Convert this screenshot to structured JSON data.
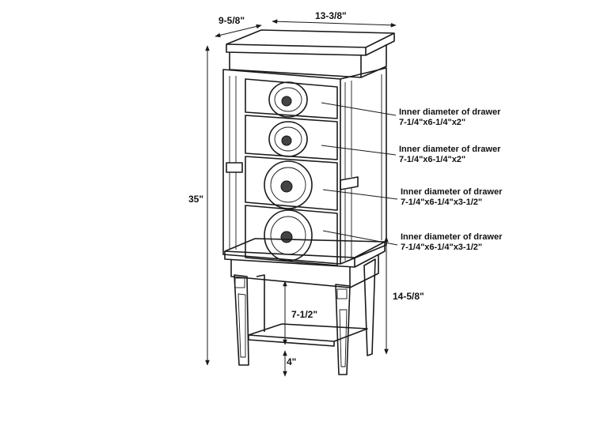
{
  "dimensions": {
    "depth": "9-5/8\"",
    "width": "13-3/8\"",
    "height": "35\"",
    "stand_height": "14-5/8\"",
    "shelf_gap": "7-1/2\"",
    "shelf_clearance": "4\""
  },
  "drawers": [
    {
      "label": "Inner diameter of drawer",
      "size": "7-1/4\"x6-1/4\"x2\""
    },
    {
      "label": "Inner diameter of drawer",
      "size": "7-1/4\"x6-1/4\"x2\""
    },
    {
      "label": "Inner diameter of drawer",
      "size": "7-1/4\"x6-1/4\"x3-1/2\""
    },
    {
      "label": "Inner diameter of drawer",
      "size": "7-1/4\"x6-1/4\"x3-1/2\""
    }
  ]
}
